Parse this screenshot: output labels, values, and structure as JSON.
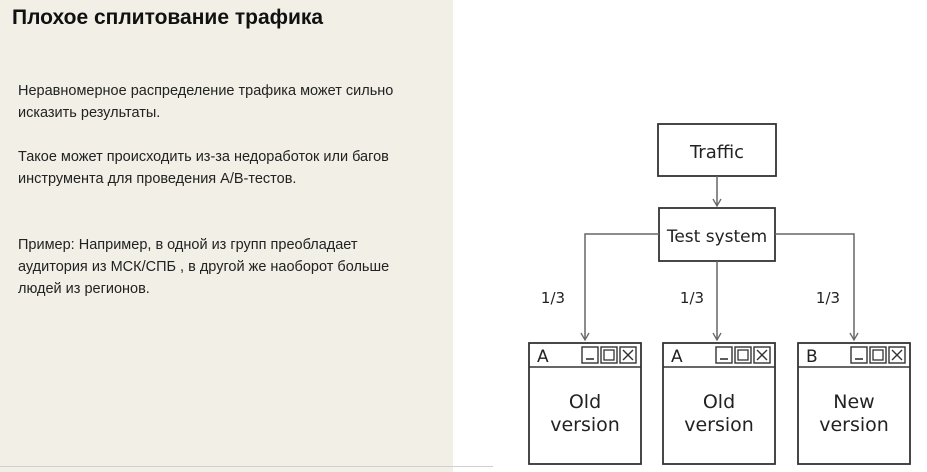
{
  "slide": {
    "title": "Плохое сплитование трафика",
    "paragraphs": [
      "Неравномерное распределение трафика может сильно исказить результаты.",
      "Такое может происходить из-за недоработок или багов инструмента для проведения A/B-тестов.",
      "Пример: Например, в одной из групп преобладает аудитория из МСК/СПБ , в другой же наоборот больше людей из регионов."
    ]
  },
  "diagram": {
    "traffic_label": "Traffic",
    "test_system_label": "Test system",
    "branches": [
      {
        "ratio": "1/3",
        "group": "A",
        "line1": "Old",
        "line2": "version"
      },
      {
        "ratio": "1/3",
        "group": "A",
        "line1": "Old",
        "line2": "version"
      },
      {
        "ratio": "1/3",
        "group": "B",
        "line1": "New",
        "line2": "version"
      }
    ]
  }
}
